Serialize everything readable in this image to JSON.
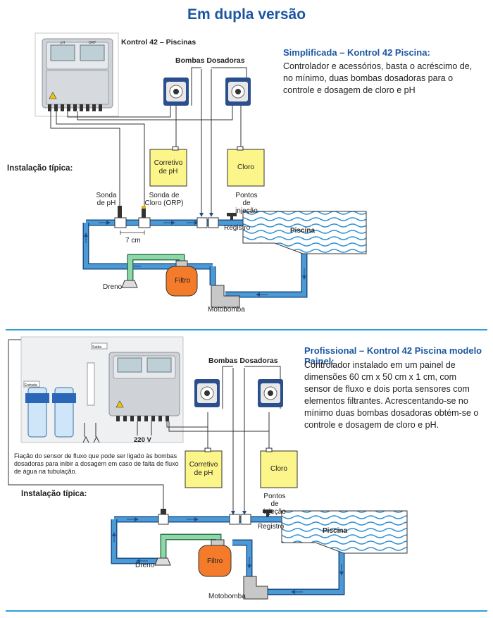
{
  "page_title": "Em dupla versão",
  "section1": {
    "heading": "Simplificada – Kontrol 42 Piscina:",
    "description": "Controlador e acessórios, basta o acréscimo de, no mínimo, duas bombas dosadoras para o controle e dosagem de cloro e pH",
    "controller_label": "Kontrol 42 – Piscinas",
    "pumps_label": "Bombas Dosadoras",
    "install_label": "Instalação típica:",
    "tank_ph": "Corretivo de pH",
    "tank_chlorine": "Cloro",
    "probe_ph": "Sonda de pH",
    "probe_orp": "Sonda de Cloro (ORP)",
    "injection_points": "Pontos de injeção",
    "valve": "Registro",
    "pool": "Piscina",
    "distance": "7 cm",
    "drain": "Dreno",
    "filter": "Filtro",
    "motor_pump": "Motobomba"
  },
  "section2": {
    "heading": "Profissional – Kontrol 42 Piscina modelo Painel:",
    "description": "Controlador instalado em um painel de dimensões 60 cm x 50 cm x 1 cm, com sensor de fluxo e dois porta sensores com elementos filtrantes. Acrescentando-se no mínimo duas bombas dosadoras obtém-se o controle e dosagem de cloro e pH.",
    "pumps_label": "Bombas Dosadoras",
    "voltage": "220 V",
    "flow_note": "Fiação do sensor de fluxo que pode ser ligado às bombas dosadoras para inibir a dosagem em caso de falta de fluxo de água na tubulação.",
    "install_label": "Instalação típica:",
    "tank_ph": "Corretivo de pH",
    "tank_chlorine": "Cloro",
    "injection_points": "Pontos de injeção",
    "valve": "Registro",
    "pool": "Piscina",
    "drain": "Dreno",
    "filter": "Filtro",
    "motor_pump": "Motobomba",
    "panel_tag_inlet": "Entrada",
    "panel_tag_outlet": "Saída"
  },
  "controller_display": {
    "left": "pH",
    "right": "ORP"
  },
  "colors": {
    "heading": "#1c56a3",
    "pipe": "#4a9ad6",
    "pipe_edge": "#1d4f8a",
    "tank": "#fcf58a",
    "filter": "#f47b2a",
    "drain_pipe": "#8fd6a8",
    "rule": "#2f9fd8"
  }
}
